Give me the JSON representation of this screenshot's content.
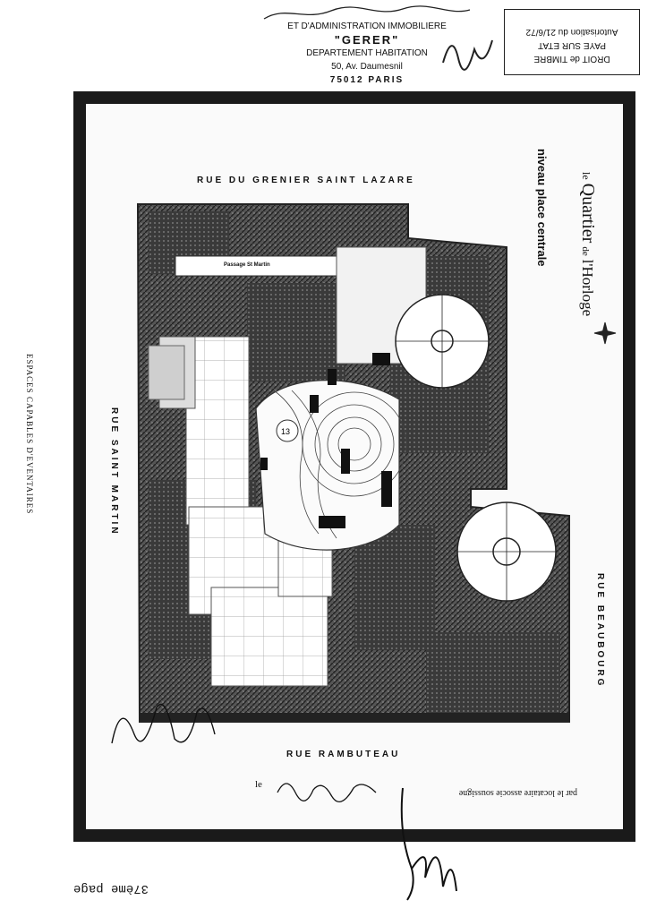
{
  "letterhead": {
    "line1": "ET D'ADMINISTRATION IMMOBILIERE",
    "line2": "\"GERER\"",
    "line3": "DEPARTEMENT HABITATION",
    "line4": "50, Av. Daumesnil",
    "line5": "75012 PARIS"
  },
  "stamp": {
    "line1": "DROIT de TIMBRE",
    "line2": "PAYE SUR ETAT",
    "line3": "Autorisation du 21/6/72"
  },
  "map": {
    "brand_le": "le",
    "brand_quartier": "Quartier",
    "brand_de": "de",
    "brand_horloge": "l'Horloge",
    "level_label": "niveau place centrale",
    "street_north": "RUE DU GRENIER SAINT LAZARE",
    "street_west": "RUE SAINT MARTIN",
    "street_east": "RUE BEAUBOURG",
    "street_south": "RUE RAMBUTEAU",
    "passage_label": "Passage St Martin"
  },
  "side_note": "ESPACES CAPABLES D'EVENTAIRES",
  "bottom_note": {
    "printed": "par le locataire associe soussigne",
    "date_prefix": "le"
  },
  "page_label": "37ème page"
}
